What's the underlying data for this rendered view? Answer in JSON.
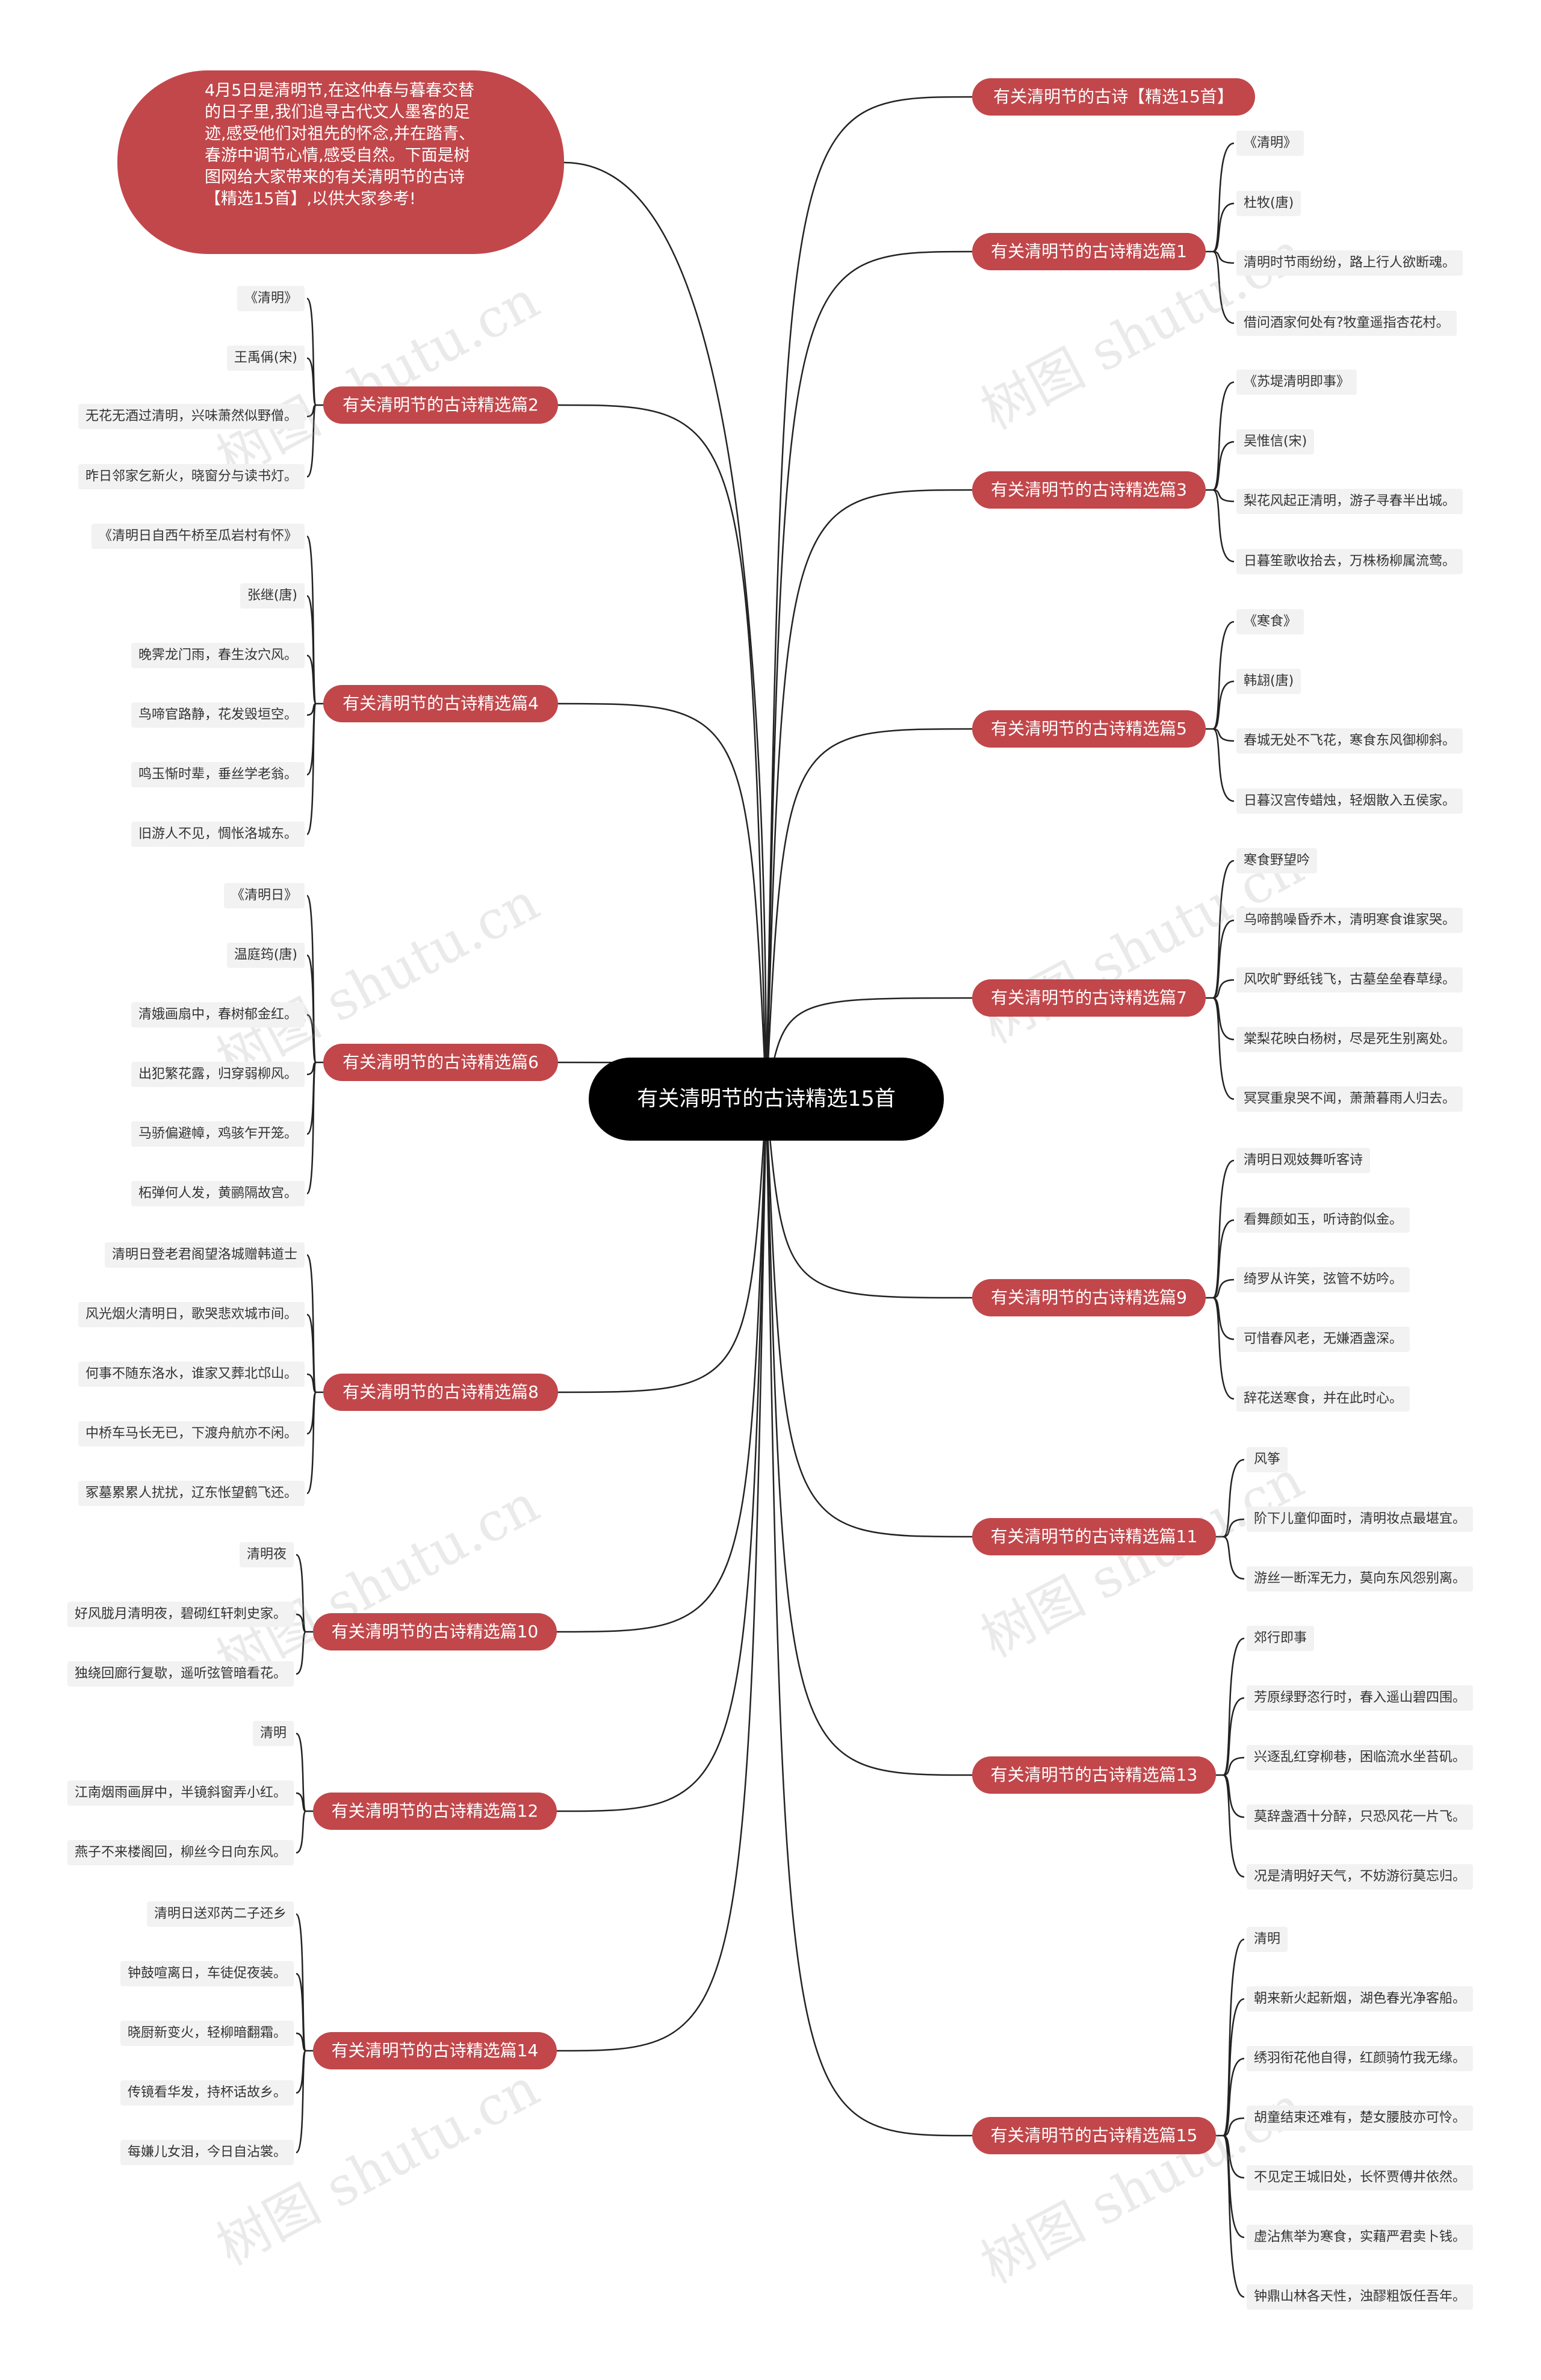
{
  "root": "有关清明节的古诗精选15首",
  "intro": "4月5日是清明节,在这仲春与暮春交替的日子里,我们追寻古代文人墨客的足迹,感受他们对祖先的怀念,并在踏青、春游中调节心情,感受自然。下面是树图网给大家带来的有关清明节的古诗【精选15首】,以供大家参考!",
  "watermark": "树图 shutu.cn",
  "colors": {
    "branch": "#c1474b",
    "root": "#000000",
    "line": "#222222",
    "leaf_bg": "#f2f2f2"
  },
  "branches": [
    {
      "label": "有关清明节的古诗【精选15首】",
      "items": []
    },
    {
      "label": "有关清明节的古诗精选篇1",
      "items": [
        "《清明》",
        "杜牧(唐)",
        "清明时节雨纷纷，路上行人欲断魂。",
        "借问酒家何处有?牧童遥指杏花村。"
      ]
    },
    {
      "label": "有关清明节的古诗精选篇2",
      "items": [
        "《清明》",
        "王禹偁(宋)",
        "无花无酒过清明，兴味萧然似野僧。",
        "昨日邻家乞新火，晓窗分与读书灯。"
      ]
    },
    {
      "label": "有关清明节的古诗精选篇3",
      "items": [
        "《苏堤清明即事》",
        "吴惟信(宋)",
        "梨花风起正清明，游子寻春半出城。",
        "日暮笙歌收拾去，万株杨柳属流莺。"
      ]
    },
    {
      "label": "有关清明节的古诗精选篇4",
      "items": [
        "《清明日自西午桥至瓜岩村有怀》",
        "张继(唐)",
        "晚霁龙门雨，春生汝穴风。",
        "鸟啼官路静，花发毁垣空。",
        "鸣玉惭时辈，垂丝学老翁。",
        "旧游人不见，惆怅洛城东。"
      ]
    },
    {
      "label": "有关清明节的古诗精选篇5",
      "items": [
        "《寒食》",
        "韩翃(唐)",
        "春城无处不飞花，寒食东风御柳斜。",
        "日暮汉宫传蜡烛，轻烟散入五侯家。"
      ]
    },
    {
      "label": "有关清明节的古诗精选篇6",
      "items": [
        "《清明日》",
        "温庭筠(唐)",
        "清娥画扇中，春树郁金红。",
        "出犯繁花露，归穿弱柳风。",
        "马骄偏避幛，鸡骇乍开笼。",
        "柘弹何人发，黄鹂隔故宫。"
      ]
    },
    {
      "label": "有关清明节的古诗精选篇7",
      "items": [
        "寒食野望吟",
        "乌啼鹊噪昏乔木，清明寒食谁家哭。",
        "风吹旷野纸钱飞，古墓垒垒春草绿。",
        "棠梨花映白杨树，尽是死生别离处。",
        "冥冥重泉哭不闻，萧萧暮雨人归去。"
      ]
    },
    {
      "label": "有关清明节的古诗精选篇8",
      "items": [
        "清明日登老君阁望洛城赠韩道士",
        "风光烟火清明日，歌哭悲欢城市间。",
        "何事不随东洛水，谁家又葬北邙山。",
        "中桥车马长无已，下渡舟航亦不闲。",
        "冢墓累累人扰扰，辽东怅望鹤飞还。"
      ]
    },
    {
      "label": "有关清明节的古诗精选篇9",
      "items": [
        "清明日观妓舞听客诗",
        "看舞颜如玉，听诗韵似金。",
        "绮罗从许笑，弦管不妨吟。",
        "可惜春风老，无嫌酒盏深。",
        "辞花送寒食，并在此时心。"
      ]
    },
    {
      "label": "有关清明节的古诗精选篇10",
      "items": [
        "清明夜",
        "好风胧月清明夜，碧砌红轩刺史家。",
        "独绕回廊行复歇，遥听弦管暗看花。"
      ]
    },
    {
      "label": "有关清明节的古诗精选篇11",
      "items": [
        "风筝",
        "阶下儿童仰面时，清明妆点最堪宜。",
        "游丝一断浑无力，莫向东风怨别离。"
      ]
    },
    {
      "label": "有关清明节的古诗精选篇12",
      "items": [
        "清明",
        "江南烟雨画屏中，半镜斜窗弄小红。",
        "燕子不来楼阁回，柳丝今日向东风。"
      ]
    },
    {
      "label": "有关清明节的古诗精选篇13",
      "items": [
        "郊行即事",
        "芳原绿野恣行时，春入遥山碧四围。",
        "兴逐乱红穿柳巷，困临流水坐苔矶。",
        "莫辞盏酒十分醉，只恐风花一片飞。",
        "况是清明好天气，不妨游衍莫忘归。"
      ]
    },
    {
      "label": "有关清明节的古诗精选篇14",
      "items": [
        "清明日送邓芮二子还乡",
        "钟鼓喧离日，车徒促夜装。",
        "晓厨新变火，轻柳暗翻霜。",
        "传镜看华发，持杯话故乡。",
        "每嫌儿女泪，今日自沾裳。"
      ]
    },
    {
      "label": "有关清明节的古诗精选篇15",
      "items": [
        "清明",
        "朝来新火起新烟，湖色春光净客船。",
        "绣羽衔花他自得，红颜骑竹我无缘。",
        "胡童结束还难有，楚女腰肢亦可怜。",
        "不见定王城旧处，长怀贾傅井依然。",
        "虚沾焦举为寒食，实藉严君卖卜钱。",
        "钟鼎山林各天性，浊醪粗饭任吾年。"
      ]
    }
  ]
}
